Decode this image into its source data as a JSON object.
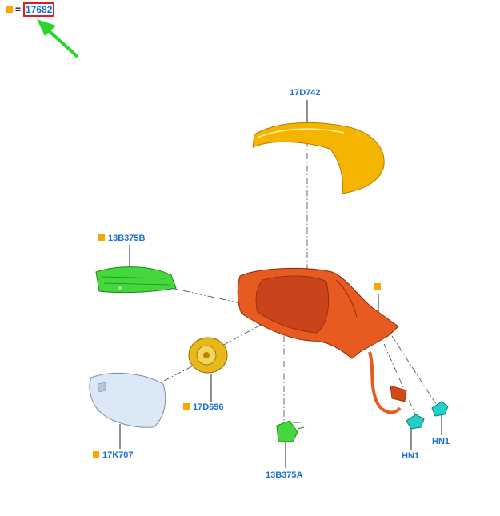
{
  "legend": {
    "marker_color": "#f6a800",
    "equals": "=",
    "code": "17682"
  },
  "colors": {
    "label_text": "#1a6fd6",
    "marker": "#f6a800",
    "highlight_border": "#e51b24",
    "arrow": "#2bd52b",
    "cover": "#f5b400",
    "housing": "#e85b20",
    "repeater": "#44d83c",
    "motor": "#e8b81a",
    "glass": "#dbe8f6",
    "clip": "#22d0c8"
  },
  "parts": [
    {
      "id": "cover",
      "code": "17D742",
      "marked": false
    },
    {
      "id": "repeater",
      "code": "13B375B",
      "marked": true
    },
    {
      "id": "housing",
      "code": "",
      "marked": true
    },
    {
      "id": "motor",
      "code": "17D696",
      "marked": true
    },
    {
      "id": "glass",
      "code": "17K707",
      "marked": true
    },
    {
      "id": "lamp",
      "code": "13B375A",
      "marked": false
    },
    {
      "id": "clip1",
      "code": "HN1",
      "marked": false
    },
    {
      "id": "clip2",
      "code": "HN1",
      "marked": false
    }
  ]
}
